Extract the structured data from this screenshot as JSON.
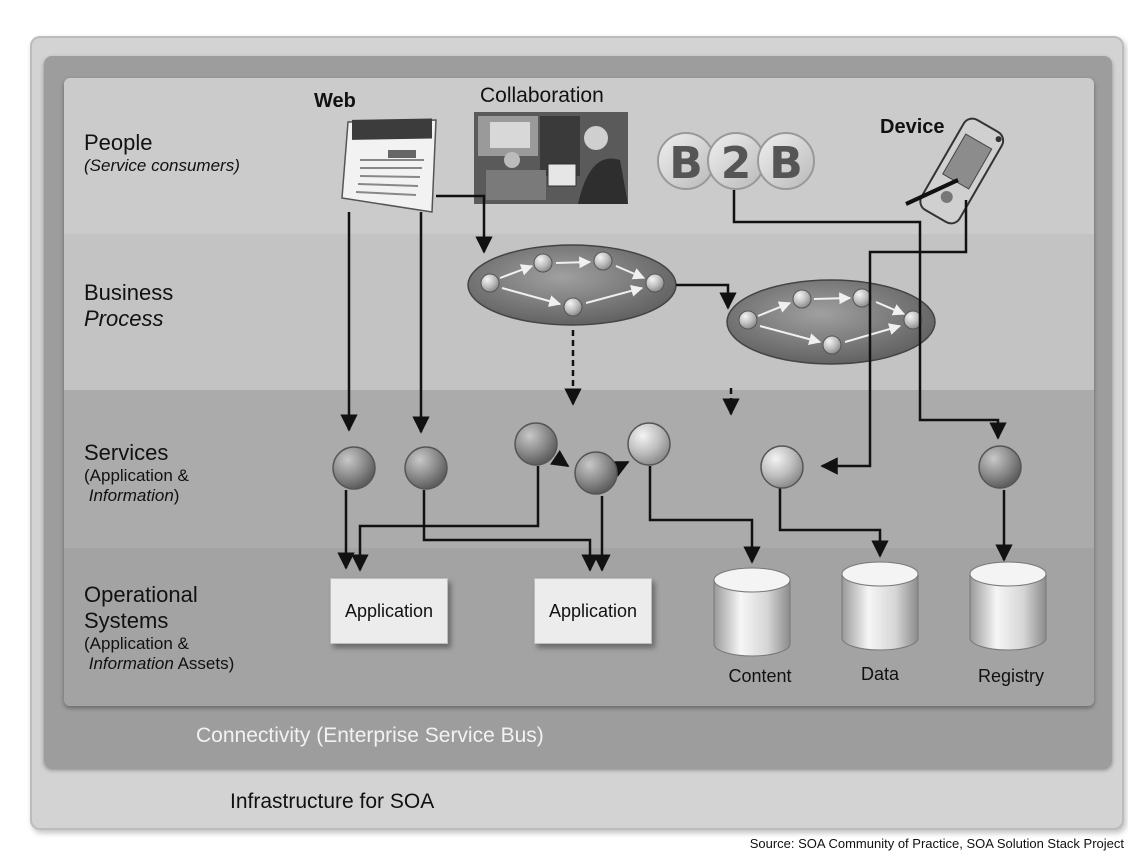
{
  "layers": {
    "infrastructure": "Infrastructure for SOA",
    "connectivity": "Connectivity (Enterprise Service Bus)"
  },
  "rows": {
    "people": {
      "title": "People",
      "subtitle": "(Service consumers)"
    },
    "business": {
      "line1": "Business",
      "line2": "Process"
    },
    "services": {
      "title": "Services",
      "sub1": "(Application &",
      "sub2_italic": "Information",
      "sub2_end": ")"
    },
    "operational": {
      "line1": "Operational",
      "line2": "Systems",
      "sub1": "(Application &",
      "sub2_italic": "Information",
      "sub2_end": " Assets)"
    }
  },
  "consumers": {
    "web": "Web",
    "collaboration": "Collaboration",
    "b2b": [
      "B",
      "2",
      "B"
    ],
    "device": "Device"
  },
  "systems": {
    "application_1": "Application",
    "application_2": "Application",
    "content": "Content",
    "data": "Data",
    "registry": "Registry"
  },
  "source": "Source: SOA Community of Practice, SOA Solution Stack Project",
  "colors": {
    "people_band": "#c9c9c9",
    "process_band": "#c4c4c4",
    "services_band": "#acacac",
    "operational_band": "#a4a4a4",
    "connectivity_layer": "#9d9d9d",
    "infrastructure_layer": "#d3d3d3",
    "node_fill": "#8e8e8e",
    "ellipse_fill": "#7a7a7a"
  },
  "icons": [
    "web-page-icon",
    "collaboration-photo-icon",
    "b2b-icon",
    "device-pda-icon",
    "cylinder-icon"
  ]
}
